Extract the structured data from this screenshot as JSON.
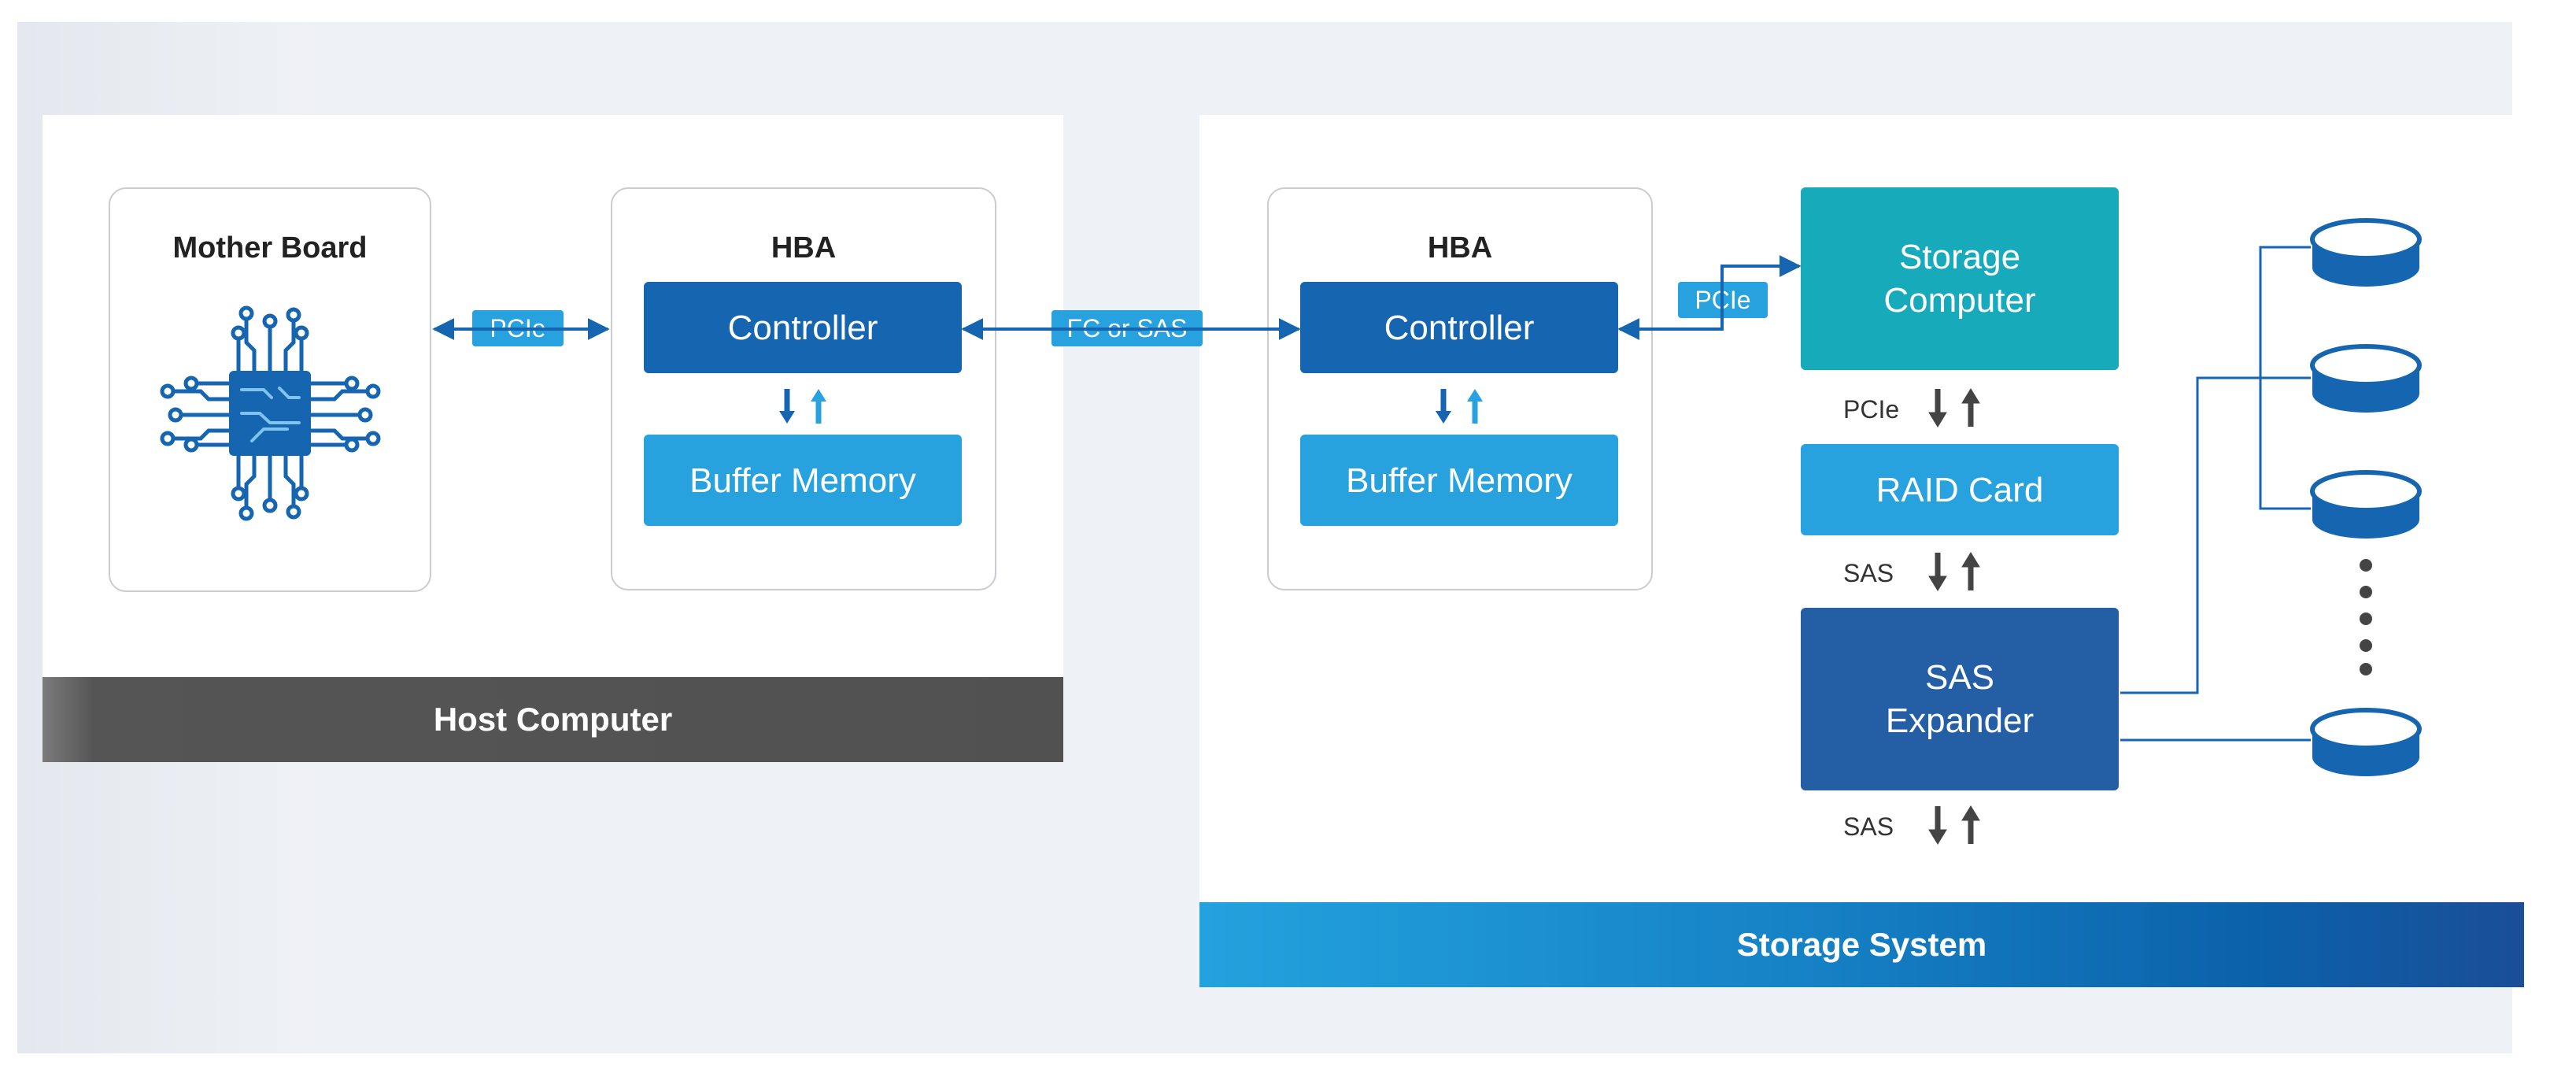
{
  "host": {
    "section_label": "Host Computer",
    "motherboard_title": "Mother Board",
    "hba_title": "HBA",
    "controller_label": "Controller",
    "buffer_label": "Buffer Memory",
    "link_label": "PCIe"
  },
  "interconnect_label": "FC or SAS",
  "storage": {
    "section_label": "Storage System",
    "hba_title": "HBA",
    "controller_label": "Controller",
    "buffer_label": "Buffer Memory",
    "link_label": "PCIe",
    "storage_computer_label": "Storage\nComputer",
    "pcie_label": "PCIe",
    "raid_label": "RAID Card",
    "sas_label_1": "SAS",
    "expander_label": "SAS\nExpander",
    "sas_label_2": "SAS"
  },
  "colors": {
    "controller": "#1565b0",
    "buffer": "#27a2de",
    "storage_computer": "#17aabb",
    "expander": "#245ea4",
    "host_bar": "#515151",
    "arrow_dark": "#444444",
    "arrow_blue": "#1682c6"
  }
}
